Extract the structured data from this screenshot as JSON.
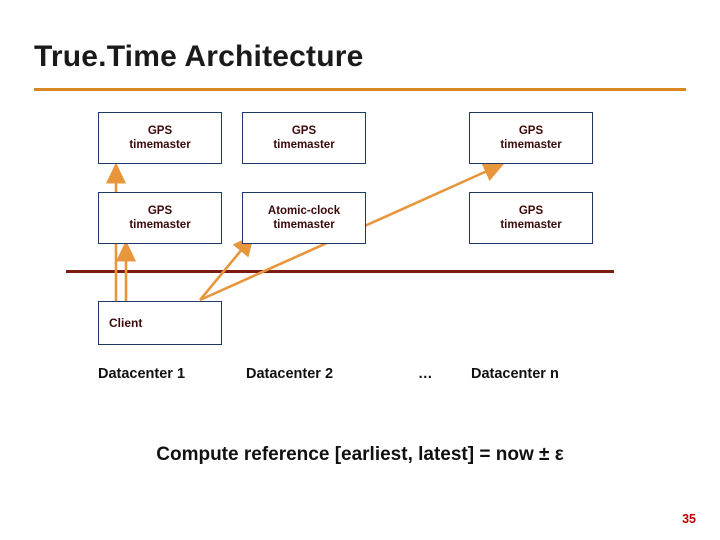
{
  "slide": {
    "title": "True.Time Architecture",
    "page_number": "35",
    "formula": "Compute reference [earliest, latest]  =  now  ±  ε",
    "accent_color": "#d98721",
    "rule_color": "#7b1c12",
    "box_border_color": "#1f3864",
    "box_text_color": "#3b0a0a",
    "page_number_color": "#c00000"
  },
  "diagram": {
    "rows": [
      {
        "boxes": [
          {
            "line1": "GPS",
            "line2": "timemaster"
          },
          {
            "line1": "GPS",
            "line2": "timemaster"
          },
          {
            "line1": "GPS",
            "line2": "timemaster"
          }
        ]
      },
      {
        "boxes": [
          {
            "line1": "GPS",
            "line2": "timemaster"
          },
          {
            "line1": "Atomic-clock",
            "line2": "timemaster"
          },
          {
            "line1": "GPS",
            "line2": "timemaster"
          }
        ]
      }
    ],
    "client": {
      "label": "Client"
    },
    "datacenters": [
      {
        "label": "Datacenter 1"
      },
      {
        "label": "Datacenter 2"
      },
      {
        "label": "…"
      },
      {
        "label": "Datacenter n"
      }
    ]
  }
}
